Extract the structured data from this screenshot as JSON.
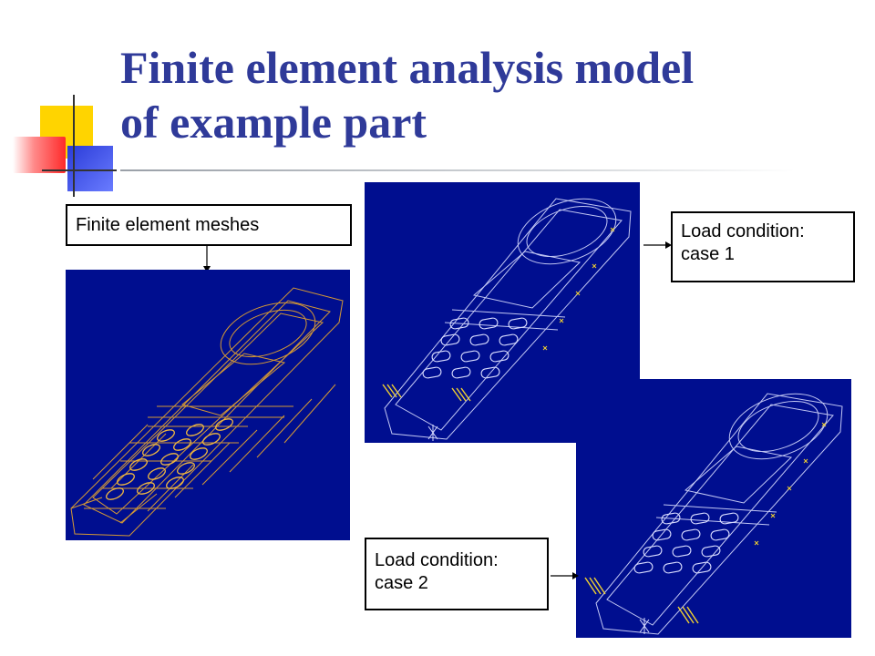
{
  "slide": {
    "title_line1": "Finite element analysis model",
    "title_line2": "of example part"
  },
  "labels": {
    "mesh": "Finite element meshes",
    "case1_line1": "Load condition:",
    "case1_line2": "case 1",
    "case2_line1": "Load condition:",
    "case2_line2": "case 2"
  },
  "colors": {
    "title": "#2f3a99",
    "panel_background": "#000e8f",
    "mesh_lines": "#e0a030",
    "wireframe_lines": "#d8dcff",
    "load_markers": "#f0d030"
  }
}
